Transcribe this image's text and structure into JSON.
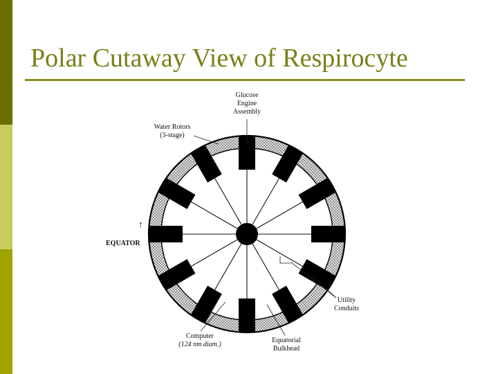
{
  "slide": {
    "title": "Polar Cutaway View of Respirocyte",
    "accent_color": "#7a7f18",
    "side_bar_colors": [
      "#6b6e00",
      "#c8cc5a",
      "#9fa300"
    ]
  },
  "diagram": {
    "labels": {
      "glucose_line1": "Glucose",
      "glucose_line2": "Engine",
      "glucose_line3": "Assembly",
      "water_line1": "Water Rotors",
      "water_line2": "(3-stage)",
      "equator": "EQUATOR",
      "equator_arrow": "↑",
      "utility_line1": "Utility",
      "utility_line2": "Conduits",
      "computer_line1": "Computer",
      "computer_line2": "(124 nm diam.)",
      "bulkhead_line1": "Equatorial",
      "bulkhead_line2": "Bulkhead"
    }
  }
}
